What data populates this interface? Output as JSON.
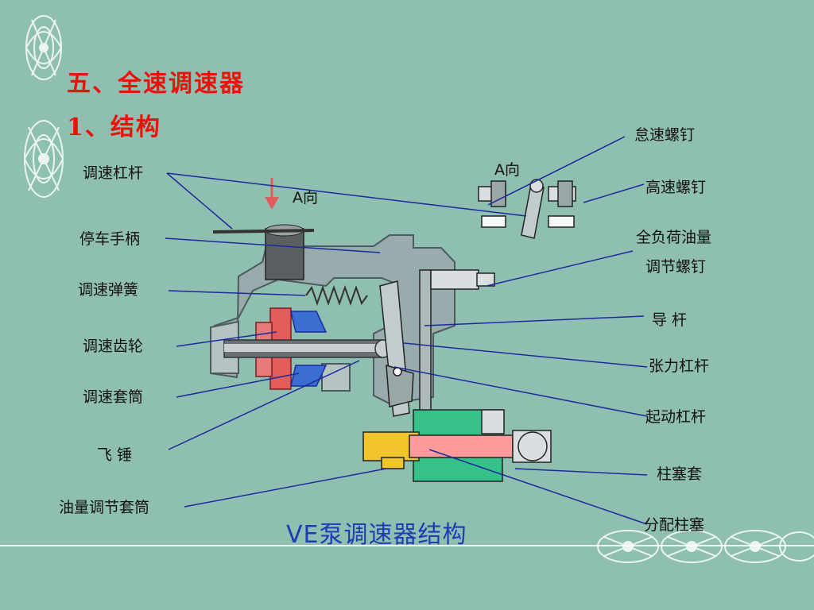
{
  "slide": {
    "title": "五、全速调速器",
    "subtitle": "1、结构",
    "caption": "VE泵调速器结构"
  },
  "diagram": {
    "direction_label_left": "A向",
    "direction_label_right": "A向"
  },
  "labels_left": [
    {
      "id": "governor-lever",
      "text": "调速杠杆"
    },
    {
      "id": "stop-handle",
      "text": "停车手柄"
    },
    {
      "id": "governor-spring",
      "text": "调速弹簧"
    },
    {
      "id": "governor-gear",
      "text": "调速齿轮"
    },
    {
      "id": "governor-sleeve",
      "text": "调速套筒"
    },
    {
      "id": "flyweight",
      "text": "飞    锤"
    },
    {
      "id": "fuel-control-sleeve",
      "text": "油量调节套筒"
    }
  ],
  "labels_right": [
    {
      "id": "idle-screw",
      "text": "怠速螺钉"
    },
    {
      "id": "high-speed-screw",
      "text": "高速螺钉"
    },
    {
      "id": "full-load-adjust-1",
      "text": "全负荷油量"
    },
    {
      "id": "full-load-adjust-2",
      "text": "调节螺钉"
    },
    {
      "id": "guide-rod",
      "text": "导    杆"
    },
    {
      "id": "tension-lever",
      "text": "张力杠杆"
    },
    {
      "id": "start-lever",
      "text": "起动杠杆"
    },
    {
      "id": "plunger-sleeve",
      "text": "柱塞套"
    },
    {
      "id": "distributor-plunger",
      "text": "分配柱塞"
    }
  ],
  "colors": {
    "background": "#8fbfb1",
    "title": "#e8140c",
    "leader_line": "#1b2a9c",
    "caption": "#1f3bb6",
    "housing": "#8fa3a6",
    "gear": "#e25c5c",
    "sleeve": "#3a6fd1",
    "fuel_sleeve": "#f2c62a",
    "plunger_sleeve": "#36c08a",
    "plunger": "#ff9a9a"
  }
}
